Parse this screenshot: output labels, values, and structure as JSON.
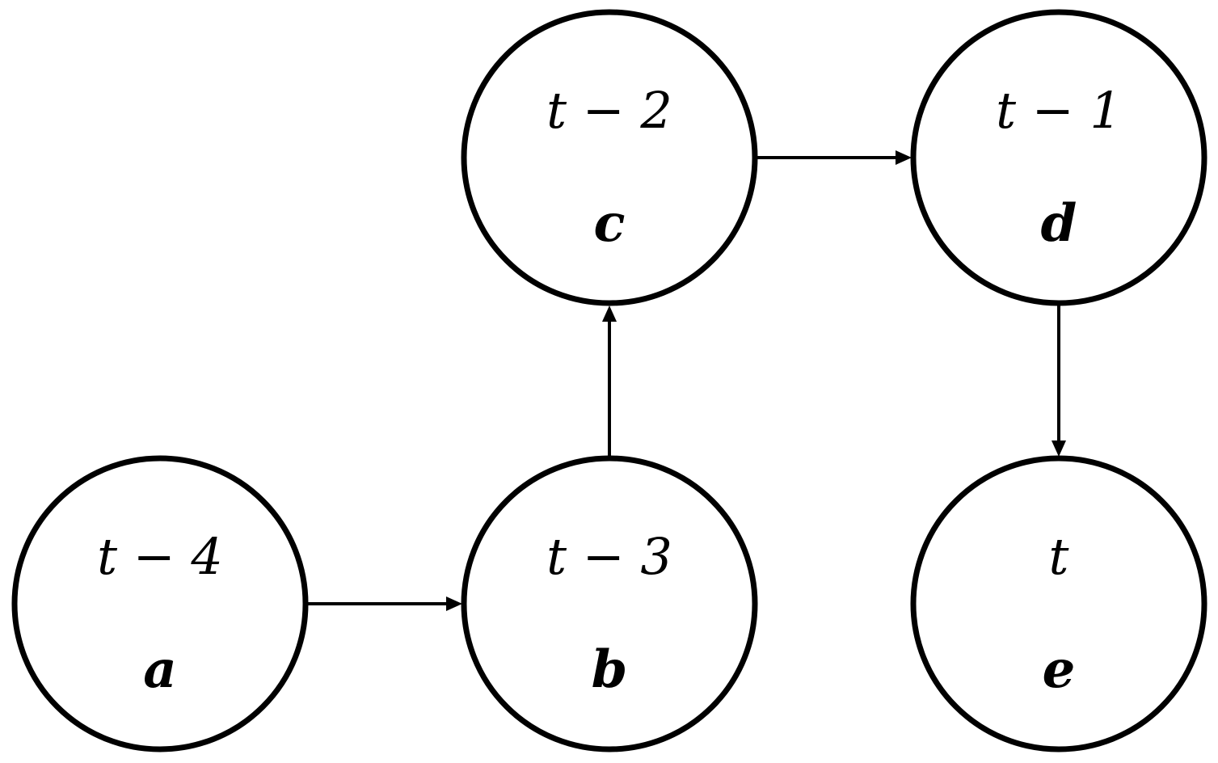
{
  "diagram": {
    "nodes": [
      {
        "id": "a",
        "time": "t − 4",
        "var": "a"
      },
      {
        "id": "b",
        "time": "t − 3",
        "var": "b"
      },
      {
        "id": "c",
        "time": "t − 2",
        "var": "c"
      },
      {
        "id": "d",
        "time": "t − 1",
        "var": "d"
      },
      {
        "id": "e",
        "time": "t",
        "var": "e"
      }
    ],
    "edges": [
      {
        "from": "a",
        "to": "b"
      },
      {
        "from": "b",
        "to": "c"
      },
      {
        "from": "c",
        "to": "d"
      },
      {
        "from": "d",
        "to": "e"
      }
    ],
    "colors": {
      "stroke": "#000000",
      "background": "#ffffff"
    }
  }
}
